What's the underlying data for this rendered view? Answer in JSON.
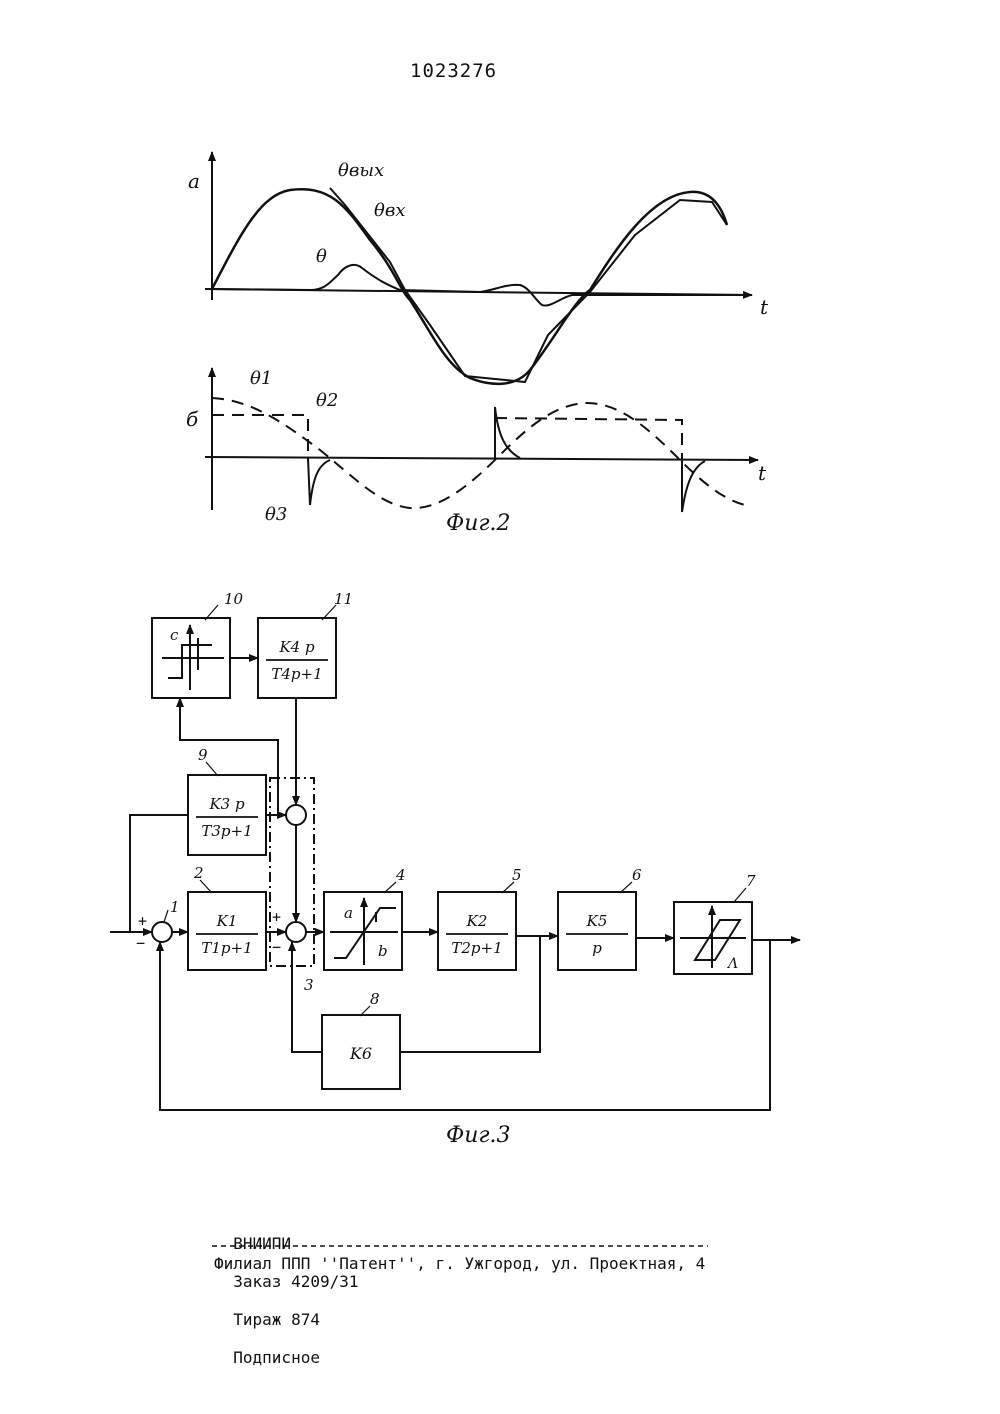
{
  "page": {
    "patent_number": "1023276"
  },
  "figure2": {
    "caption": "Фиг.2",
    "panel_a": {
      "panel_label": "а",
      "time_label": "t",
      "curves": {
        "out": "θвых",
        "in": "θвх",
        "error": "θ"
      }
    },
    "panel_b": {
      "panel_label": "б",
      "time_label": "t",
      "curves": {
        "c1": "θ1",
        "c2": "θ2",
        "c3": "θ3"
      }
    }
  },
  "figure3": {
    "caption": "Фиг.3",
    "blocks": {
      "b2": {
        "id": "2",
        "num": "K1",
        "den": "T1p+1"
      },
      "b4": {
        "id": "4",
        "a": "a",
        "b": "b"
      },
      "b5": {
        "id": "5",
        "num": "K2",
        "den": "T2p+1"
      },
      "b6": {
        "id": "6",
        "num": "K5",
        "den": "p"
      },
      "b7": {
        "id": "7",
        "sym": "Λ"
      },
      "b8": {
        "id": "8",
        "text": "K6"
      },
      "b9": {
        "id": "9",
        "num": "K3 p",
        "den": "T3p+1"
      },
      "b10": {
        "id": "10",
        "c": "c"
      },
      "b11": {
        "id": "11",
        "num": "K4 p",
        "den": "T4p+1"
      }
    },
    "summers": {
      "s1": "1",
      "s3": "3"
    },
    "signs": {
      "plus": "+",
      "minus": "−"
    }
  },
  "footer": {
    "line1": {
      "org": "ВНИИПИ",
      "order": "Заказ 4209/31",
      "print_run": "Тираж 874",
      "subscription": "Подписное"
    },
    "line2": "Филиал ППП ''Патент'', г. Ужгород, ул. Проектная, 4"
  }
}
